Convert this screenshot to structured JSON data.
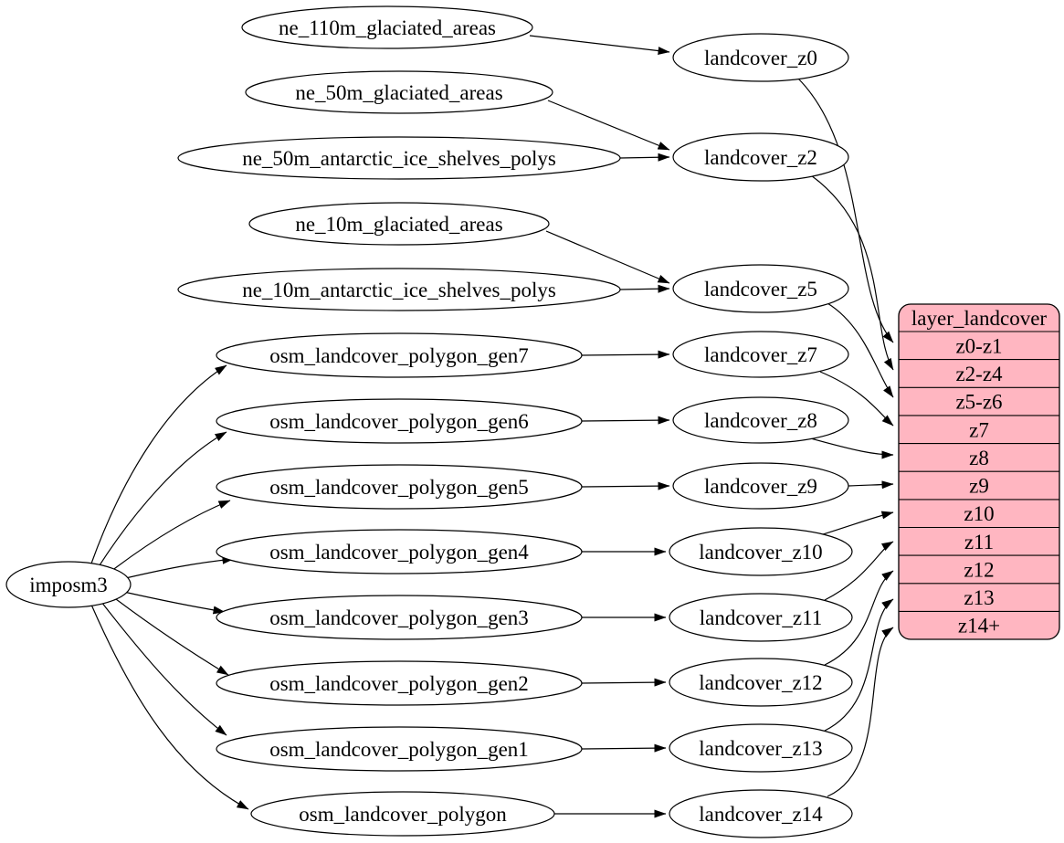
{
  "diagram_type": "graphviz-dependency-graph",
  "colors": {
    "background": "#ffffff",
    "node_fill": "#ffffff",
    "edge_color": "#000000",
    "table_fill": "#ffb6c1",
    "text_color": "#000000"
  },
  "root": "imposm3",
  "sources": [
    "ne_110m_glaciated_areas",
    "ne_50m_glaciated_areas",
    "ne_50m_antarctic_ice_shelves_polys",
    "ne_10m_glaciated_areas",
    "ne_10m_antarctic_ice_shelves_polys",
    "osm_landcover_polygon_gen7",
    "osm_landcover_polygon_gen6",
    "osm_landcover_polygon_gen5",
    "osm_landcover_polygon_gen4",
    "osm_landcover_polygon_gen3",
    "osm_landcover_polygon_gen2",
    "osm_landcover_polygon_gen1",
    "osm_landcover_polygon"
  ],
  "stages": [
    "landcover_z0",
    "landcover_z2",
    "landcover_z5",
    "landcover_z7",
    "landcover_z8",
    "landcover_z9",
    "landcover_z10",
    "landcover_z11",
    "landcover_z12",
    "landcover_z13",
    "landcover_z14"
  ],
  "table": {
    "title": "layer_landcover",
    "rows": [
      "z0-z1",
      "z2-z4",
      "z5-z6",
      "z7",
      "z8",
      "z9",
      "z10",
      "z11",
      "z12",
      "z13",
      "z14+"
    ]
  },
  "edges": [
    [
      "imposm3",
      "osm_landcover_polygon_gen7"
    ],
    [
      "imposm3",
      "osm_landcover_polygon_gen6"
    ],
    [
      "imposm3",
      "osm_landcover_polygon_gen5"
    ],
    [
      "imposm3",
      "osm_landcover_polygon_gen4"
    ],
    [
      "imposm3",
      "osm_landcover_polygon_gen3"
    ],
    [
      "imposm3",
      "osm_landcover_polygon_gen2"
    ],
    [
      "imposm3",
      "osm_landcover_polygon_gen1"
    ],
    [
      "imposm3",
      "osm_landcover_polygon"
    ],
    [
      "ne_110m_glaciated_areas",
      "landcover_z0"
    ],
    [
      "ne_50m_glaciated_areas",
      "landcover_z2"
    ],
    [
      "ne_50m_antarctic_ice_shelves_polys",
      "landcover_z2"
    ],
    [
      "ne_10m_glaciated_areas",
      "landcover_z5"
    ],
    [
      "ne_10m_antarctic_ice_shelves_polys",
      "landcover_z5"
    ],
    [
      "osm_landcover_polygon_gen7",
      "landcover_z7"
    ],
    [
      "osm_landcover_polygon_gen6",
      "landcover_z8"
    ],
    [
      "osm_landcover_polygon_gen5",
      "landcover_z9"
    ],
    [
      "osm_landcover_polygon_gen4",
      "landcover_z10"
    ],
    [
      "osm_landcover_polygon_gen3",
      "landcover_z11"
    ],
    [
      "osm_landcover_polygon_gen2",
      "landcover_z12"
    ],
    [
      "osm_landcover_polygon_gen1",
      "landcover_z13"
    ],
    [
      "osm_landcover_polygon",
      "landcover_z14"
    ],
    [
      "landcover_z0",
      "layer_landcover.z0-z1"
    ],
    [
      "landcover_z2",
      "layer_landcover.z2-z4"
    ],
    [
      "landcover_z5",
      "layer_landcover.z5-z6"
    ],
    [
      "landcover_z7",
      "layer_landcover.z7"
    ],
    [
      "landcover_z8",
      "layer_landcover.z8"
    ],
    [
      "landcover_z9",
      "layer_landcover.z9"
    ],
    [
      "landcover_z10",
      "layer_landcover.z10"
    ],
    [
      "landcover_z11",
      "layer_landcover.z11"
    ],
    [
      "landcover_z12",
      "layer_landcover.z12"
    ],
    [
      "landcover_z13",
      "layer_landcover.z13"
    ],
    [
      "landcover_z14",
      "layer_landcover.z14+"
    ]
  ]
}
